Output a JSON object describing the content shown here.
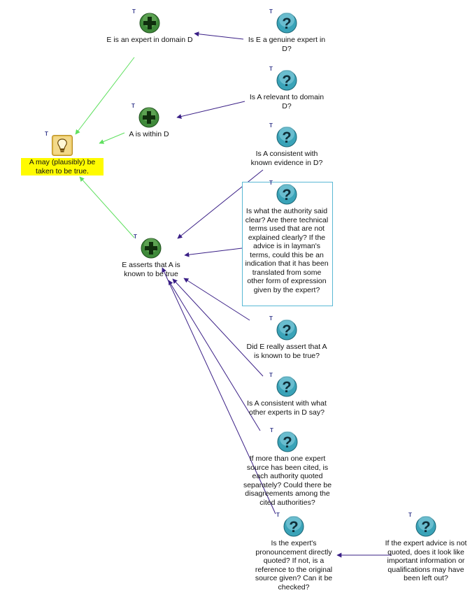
{
  "node_marker": "T",
  "nodes": {
    "conclusion": {
      "text": "A may (plausibly) be taken to be true.",
      "icon": "lightbulb-icon"
    },
    "pro_expert": {
      "text": "E is an expert in domain D",
      "icon": "plus-icon"
    },
    "pro_within": {
      "text": "A is within D",
      "icon": "plus-icon"
    },
    "pro_asserts": {
      "text": "E asserts that A is known to be true",
      "icon": "plus-icon"
    },
    "q_genuine": {
      "text": "Is E a genuine expert in D?",
      "icon": "question-icon"
    },
    "q_relevant": {
      "text": "Is A relevant to domain D?",
      "icon": "question-icon"
    },
    "q_consistent_evidence": {
      "text": "Is A consistent with known evidence in D?",
      "icon": "question-icon"
    },
    "q_clear": {
      "text": "Is what the authority said clear? Are there technical terms used that are not explained clearly? If the advice is in layman's terms, could this be an indication that it has been translated from some other form of expression given by the expert?",
      "icon": "question-icon"
    },
    "q_really_assert": {
      "text": "Did E really assert that A is known to be true?",
      "icon": "question-icon"
    },
    "q_other_experts": {
      "text": "Is A consistent with what other experts in D say?",
      "icon": "question-icon"
    },
    "q_multiple_sources": {
      "text": "If more than one expert source has been cited, is each authority quoted separately? Could there be disagreements among the cited authorities?",
      "icon": "question-icon"
    },
    "q_quoted": {
      "text": "Is the expert's pronouncement directly quoted? If not, is a reference to the original source given? Can it be checked?",
      "icon": "question-icon"
    },
    "q_left_out": {
      "text": "If the expert advice is not quoted, does it look like important information or qualifications may have been left out?",
      "icon": "question-icon"
    }
  },
  "colors": {
    "pro_edge": "#5ee05e",
    "question_edge": "#3a1f86",
    "plus_fill": "#3f8a3a",
    "question_fill": "#3aa3b8",
    "highlight": "#fffb00",
    "selection_border": "#59b8d4"
  }
}
